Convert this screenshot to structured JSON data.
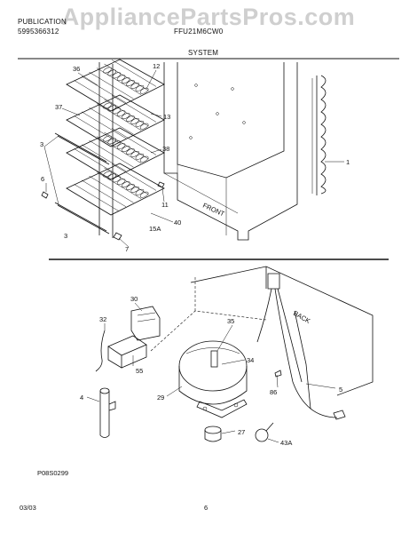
{
  "header": {
    "watermark": "AppliancePartsPros.com",
    "line1_left": "PUBLICATION",
    "line2_left": "5995366312",
    "model": "FFU21M6CW0",
    "section": "SYSTEM"
  },
  "upper_callouts": [
    "36",
    "12",
    "37",
    "13",
    "38",
    "3",
    "1",
    "6",
    "11",
    "40",
    "3",
    "15A",
    "7"
  ],
  "upper_text": {
    "front": "FRONT"
  },
  "lower_callouts": [
    "30",
    "32",
    "35",
    "34",
    "55",
    "29",
    "4",
    "27",
    "43A",
    "86",
    "5"
  ],
  "lower_text": {
    "back": "BACK"
  },
  "footer": {
    "illustration_code": "P08S0299",
    "date": "03/03",
    "page": "6"
  },
  "colors": {
    "ink": "#111111",
    "watermark": "#cfcfcf",
    "background": "#ffffff"
  }
}
